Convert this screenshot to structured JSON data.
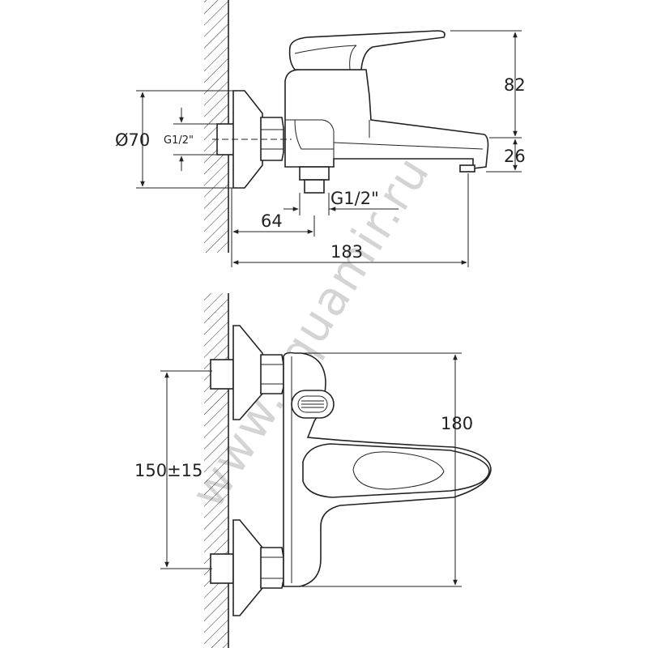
{
  "colors": {
    "line": "#222222",
    "background": "#ffffff",
    "watermark": "#d4d4d4"
  },
  "side_view": {
    "dim_height_top": "82",
    "dim_spout_height": "26",
    "dim_flange_diameter": "Ø70",
    "dim_inlet_thread": "G1/2\"",
    "dim_outlet_thread": "G1/2\"",
    "dim_inlet_to_outlet": "64",
    "dim_total_depth": "183"
  },
  "top_view": {
    "dim_body_length": "180",
    "dim_inlet_spacing": "150±15"
  },
  "watermark": "www.aquamir.ru"
}
